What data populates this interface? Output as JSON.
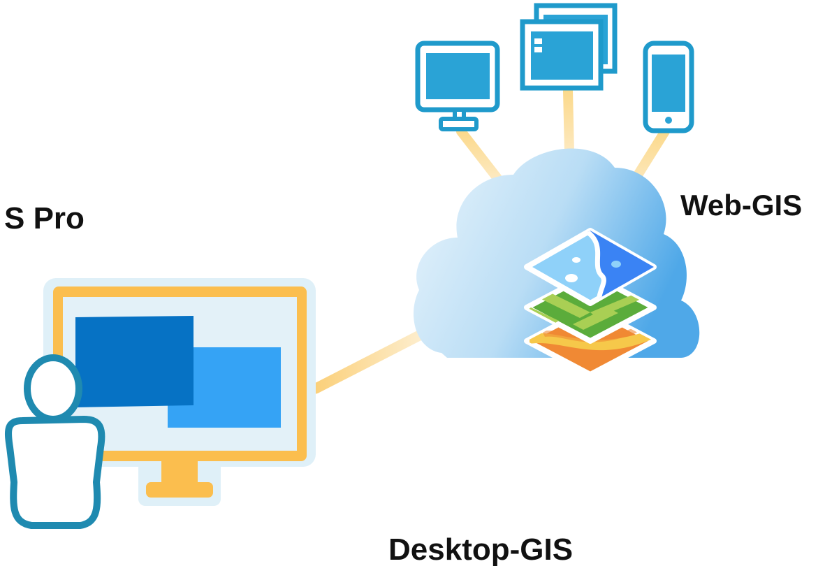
{
  "labels": {
    "pro": "S Pro",
    "web": "Web-GIS",
    "desktop": "Desktop-GIS"
  },
  "icons": [
    "desktop-monitor-icon",
    "browser-windows-icon",
    "smartphone-icon",
    "cloud-icon",
    "map-layers-icon",
    "desktop-workstation-icon",
    "user-icon"
  ],
  "colors": {
    "device_stroke": "#1f9acb",
    "device_fill": "#2aa3d6",
    "connector": "#fcd98a",
    "monitor_frame": "#fbbe4e",
    "monitor_outer": "#dff0f8",
    "window_dark": "#0672c4",
    "window_light": "#35a3f5",
    "layer_water": "#3a83f4",
    "layer_land": "#8fd1f9",
    "layer_green": "#5bac3b",
    "layer_orange": "#f08934"
  }
}
